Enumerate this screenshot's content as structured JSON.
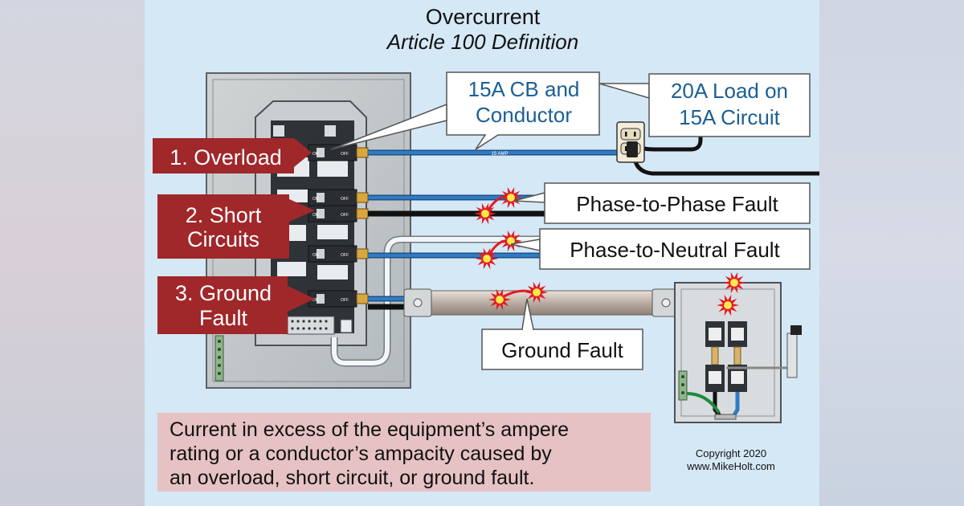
{
  "title": "Overcurrent",
  "subtitle": "Article 100 Definition",
  "callouts": {
    "cb_conductor": [
      "15A CB and",
      "Conductor"
    ],
    "load": [
      "20A Load on",
      "15A Circuit"
    ],
    "phase_phase": "Phase-to-Phase Fault",
    "phase_neutral": "Phase-to-Neutral Fault",
    "ground_fault": "Ground Fault"
  },
  "labels": {
    "overload": "1. Overload",
    "short": [
      "2. Short",
      "Circuits"
    ],
    "ground": [
      "3. Ground",
      "Fault"
    ]
  },
  "wire_text": "15 AMP",
  "breaker_on": "ON",
  "breaker_off": "OFF",
  "definition": [
    "Current in excess of the equipment’s ampere",
    "rating or a conductor’s ampacity caused by",
    "an overload, short circuit, or ground fault."
  ],
  "copyright": [
    "Copyright 2020",
    "www.MikeHolt.com"
  ],
  "colors": {
    "panel_bg": "#d5e8f6",
    "label_red": "#a0272a",
    "wire_blue": "#2a6fb0",
    "callout_text": "#1b5f96",
    "definition_bg": "#e6c2c4"
  }
}
